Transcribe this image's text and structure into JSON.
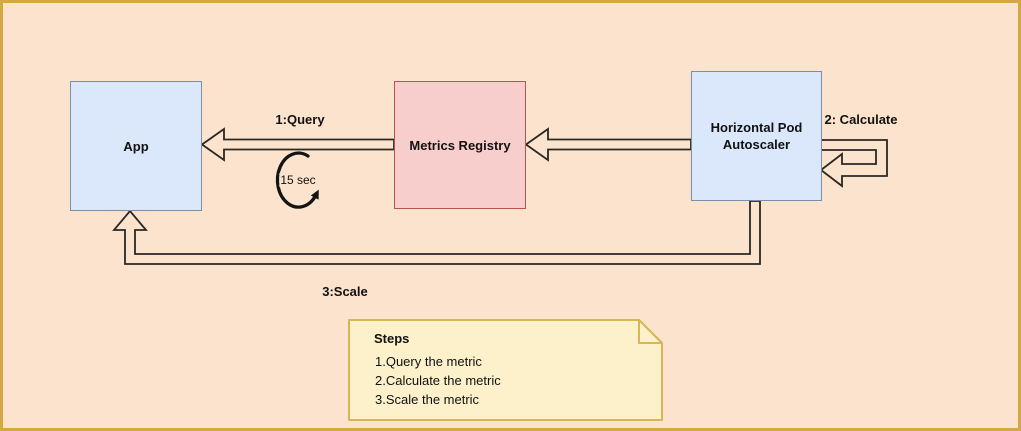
{
  "canvas": {
    "background": "#fce3cd",
    "frame_border": "#d3a845",
    "connector_color": "#2b2723"
  },
  "nodes": {
    "app": {
      "label": "App",
      "fill": "#dbe8fb",
      "stroke": "#7b8ea6"
    },
    "metrics_registry": {
      "label": "Metrics Registry",
      "fill": "#f8cecc",
      "stroke": "#b85450"
    },
    "hpa": {
      "label": "Horizontal Pod Autoscaler",
      "fill": "#dbe8fb",
      "stroke": "#7b8ea6"
    }
  },
  "edges": {
    "query": {
      "label": "1:Query"
    },
    "calculate": {
      "label": "2: Calculate"
    },
    "scale": {
      "label": "3:Scale"
    },
    "interval": {
      "label": "15 sec",
      "color": "#141414"
    }
  },
  "note": {
    "title": "Steps",
    "items": [
      "1.Query the metric",
      "2.Calculate the metric",
      "3.Scale the metric"
    ],
    "fill": "#fcf1cb",
    "stroke": "#d6b656"
  }
}
